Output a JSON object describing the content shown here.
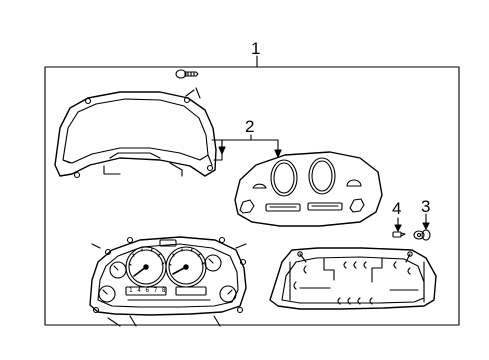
{
  "callouts": {
    "c1": "1",
    "c2": "2",
    "c3": "3",
    "c4": "4"
  },
  "gauge_digits": {
    "odometer": "1 4 6 7 8"
  },
  "colors": {
    "line": "#000000",
    "background": "#ffffff"
  },
  "parts": [
    {
      "id": "1",
      "icon": "instrument-cluster-assembly"
    },
    {
      "id": "2",
      "icon": "cluster-mask-lens"
    },
    {
      "id": "3",
      "icon": "bulb-socket"
    },
    {
      "id": "4",
      "icon": "bulb"
    }
  ]
}
